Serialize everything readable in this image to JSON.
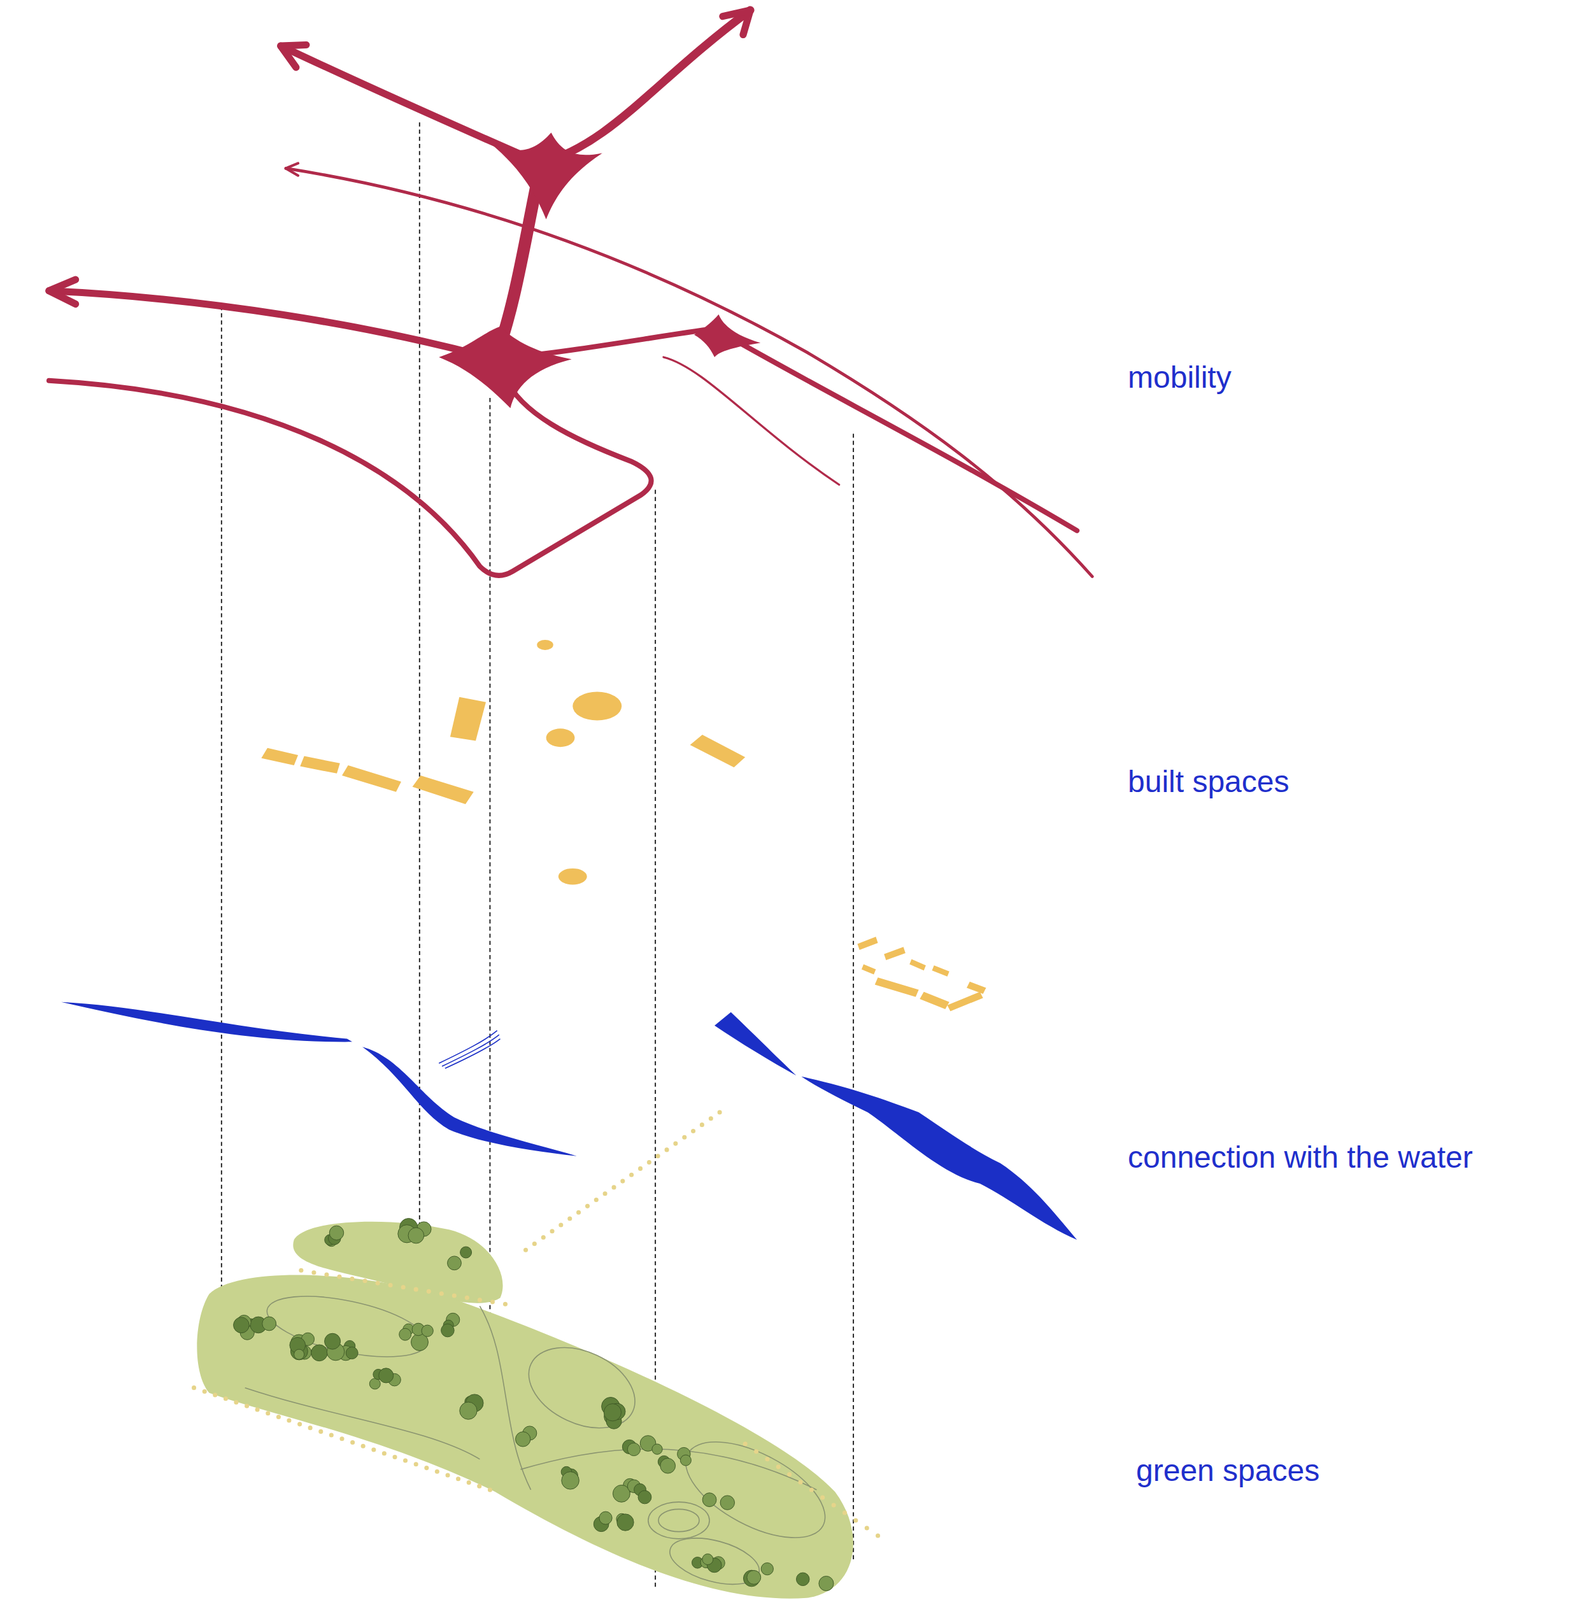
{
  "diagram": {
    "labels": [
      "mobility",
      "built spaces",
      "connection with the water",
      "green spaces"
    ]
  }
}
